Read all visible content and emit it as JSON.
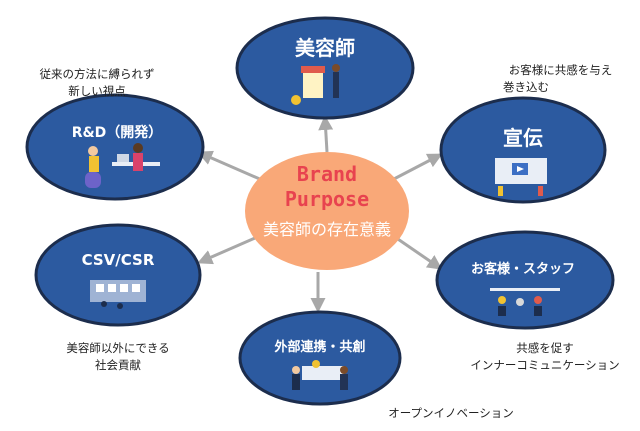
{
  "center": {
    "title_line1": "Brand",
    "title_line2": "Purpose",
    "subtitle": "美容師の存在意義"
  },
  "nodes": {
    "biyoushi": "美容師",
    "rnd": "R&D（開発）",
    "senden": "宣伝",
    "csv": "CSV/CSR",
    "okyakusama": "お客様・スタッフ",
    "renkei": "外部連携・共創"
  },
  "notes": {
    "rnd_line1": "従来の方法に縛られず",
    "rnd_line2": "新しい視点",
    "senden_line1": "お客様に共感を与え",
    "senden_line2": "巻き込む",
    "csv_line1": "美容師以外にできる",
    "csv_line2": "社会貢献",
    "okyakusama_line1": "共感を促す",
    "okyakusama_line2": "インナーコミュニケーション",
    "renkei_line1": "オープンイノベーション"
  },
  "colors": {
    "node_fill": "#2c5aa0",
    "node_border": "#1c2d4d",
    "center_fill": "#f9a878",
    "center_title": "#e8434f",
    "arrow": "#a8a8a8"
  }
}
